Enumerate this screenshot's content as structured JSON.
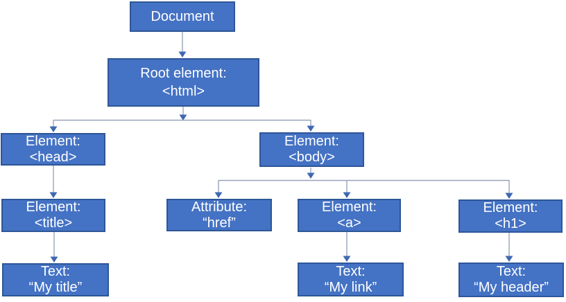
{
  "diagram": {
    "kind": "dom-tree"
  },
  "nodes": {
    "document": {
      "label": "Document"
    },
    "root": {
      "line1": "Root element:",
      "line2": "<html>"
    },
    "head": {
      "line1": "Element:",
      "line2": "<head>"
    },
    "body": {
      "line1": "Element:",
      "line2": "<body>"
    },
    "title": {
      "line1": "Element:",
      "line2": "<title>"
    },
    "href": {
      "line1": "Attribute:",
      "line2": "“href”"
    },
    "a": {
      "line1": "Element:",
      "line2": "<a>"
    },
    "h1": {
      "line1": "Element:",
      "line2": "<h1>"
    },
    "text_title": {
      "line1": "Text:",
      "line2": "“My title”"
    },
    "text_link": {
      "line1": "Text:",
      "line2": "“My link”"
    },
    "text_header": {
      "line1": "Text:",
      "line2": "“My header”"
    }
  },
  "colors": {
    "node_fill": "#4472C4",
    "node_border": "#2E5697",
    "node_text": "#FFFFFF",
    "connector_line": "#98A4BB",
    "arrowhead": "#3E68B1",
    "background": "#FFFFFF"
  }
}
